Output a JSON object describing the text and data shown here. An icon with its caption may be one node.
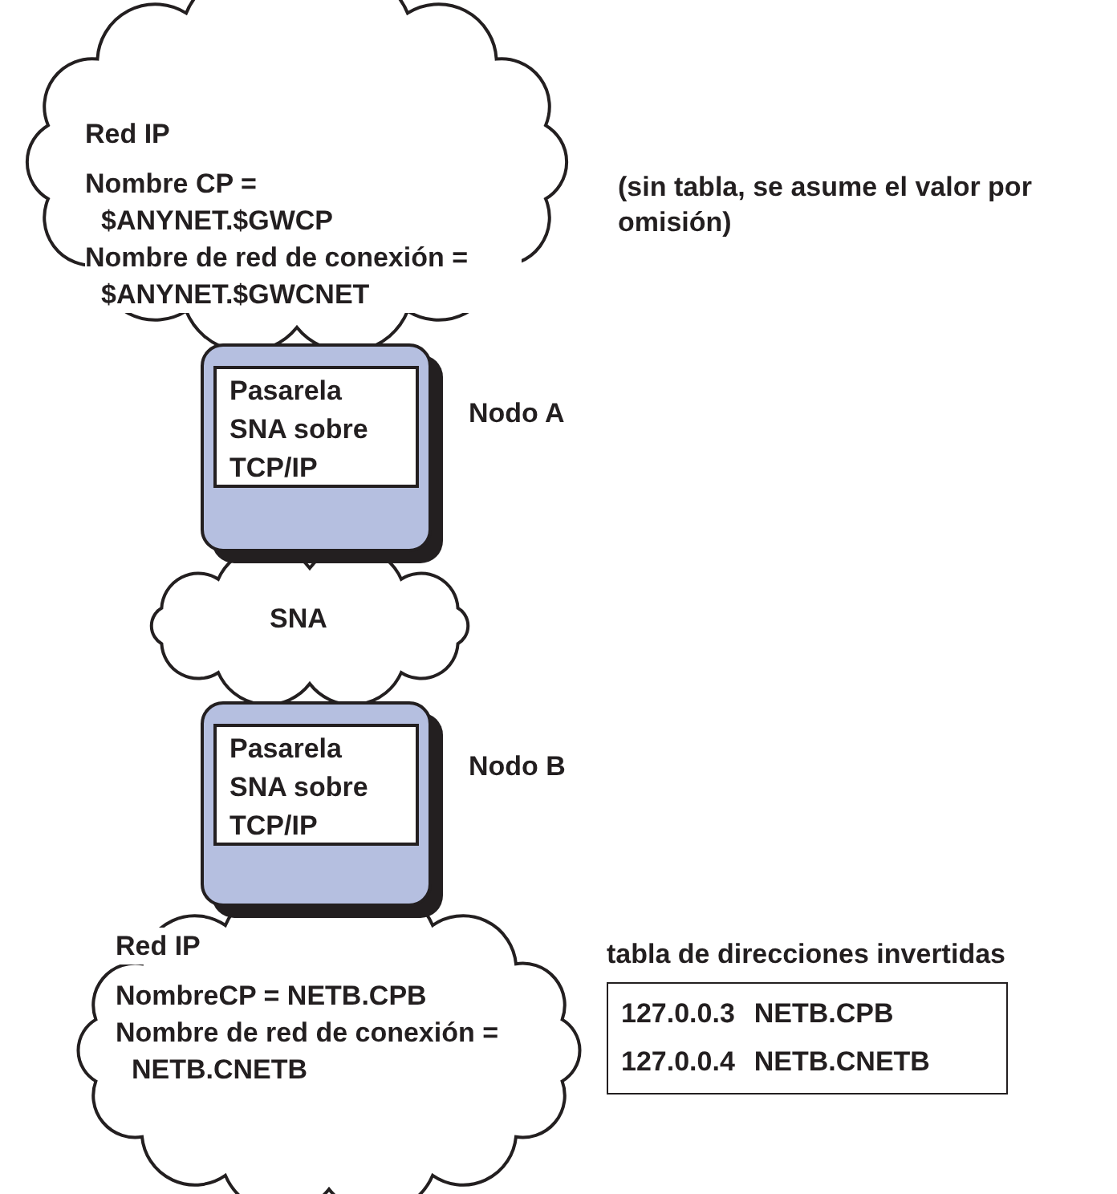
{
  "diagram": {
    "nodes": [
      {
        "text": [
          "Red IP",
          "Nombre CP = $ANYNET.$GWCP",
          "Nombre de red de conexión = $ANYNET.$GWCNET"
        ]
      },
      {
        "text": [
          "Pasarela SNA sobre TCP/IP"
        ],
        "beside": [
          "Nodo A"
        ]
      },
      {
        "text": [
          "SNA"
        ]
      },
      {
        "text": [
          "Pasarela SNA sobre TCP/IP"
        ],
        "beside": [
          "Nodo B"
        ]
      },
      {
        "text": [
          "Red IP",
          "NombreCP = NETB.CPB",
          "Nombre de red de conexión = NETB.CNETB"
        ]
      },
      {
        "text": [
          "tabla de direcciones invertidas",
          "127.0.0.3",
          "NETB.CPB",
          "127.0.0.4",
          "NETB.CNETB"
        ]
      }
    ],
    "edges": [],
    "labels": [
      "(sin tabla, se asume el valor por omisión)"
    ]
  }
}
